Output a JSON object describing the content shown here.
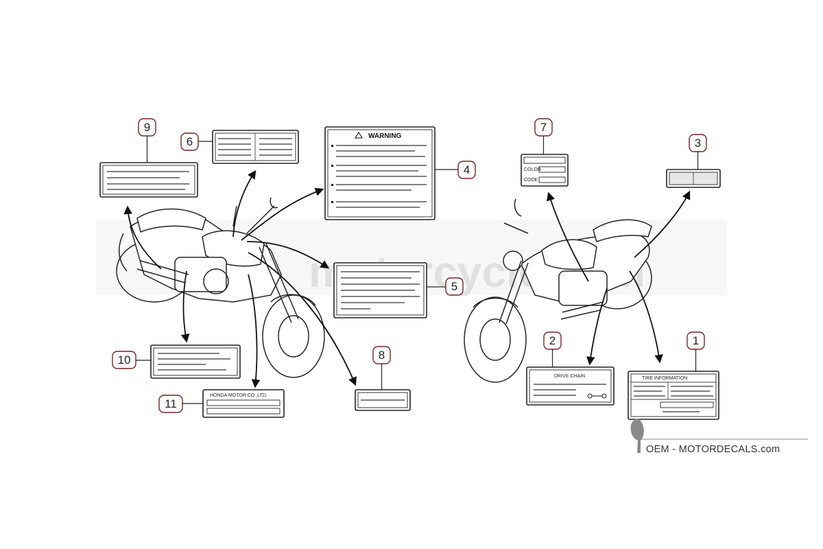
{
  "labels": {
    "warning_title": "WARNING",
    "color_label": "COLOR",
    "code_label": "CODE",
    "drive_chain_title": "DRIVE CHAIN",
    "tire_info_title": "TIRE  INFORMATION",
    "maker_text": "HONDA MOTOR CO.,LTD."
  },
  "callouts": {
    "c1": "1",
    "c2": "2",
    "c3": "3",
    "c4": "4",
    "c5": "5",
    "c6": "6",
    "c7": "7",
    "c8": "8",
    "c9": "9",
    "c10": "10",
    "c11": "11"
  },
  "watermark": {
    "domain_text": "motorcycle.com",
    "brand_text": "OEM - MOTORDECALS.com"
  },
  "colors": {
    "callout_border": "#7a1f1f",
    "line": "#222222",
    "watermark": "#cfcfcf"
  }
}
